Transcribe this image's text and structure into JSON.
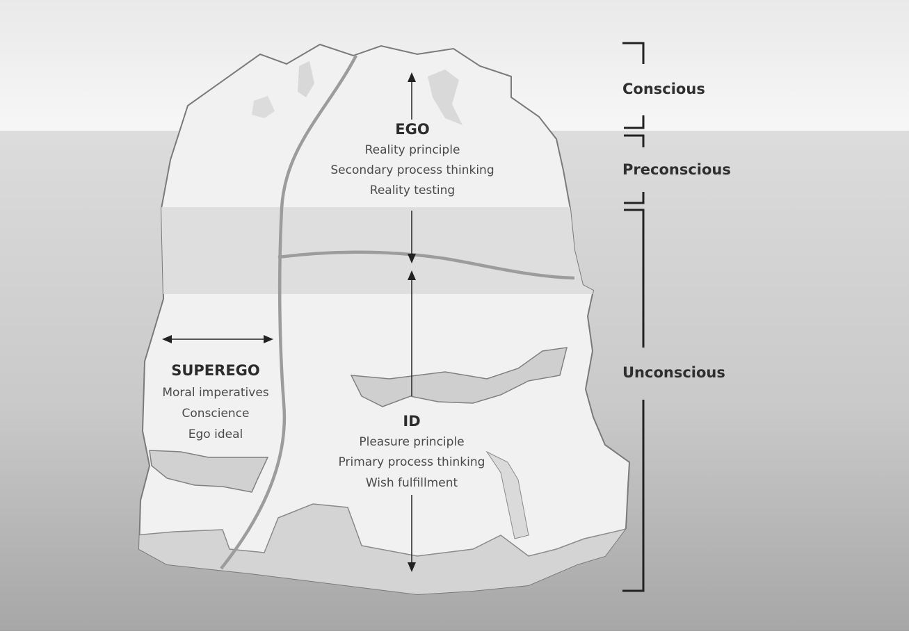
{
  "structures": {
    "ego": {
      "title": "EGO",
      "lines": [
        "Reality principle",
        "Secondary process thinking",
        "Reality testing"
      ]
    },
    "superego": {
      "title": "SUPEREGO",
      "lines": [
        "Moral imperatives",
        "Conscience",
        "Ego ideal"
      ]
    },
    "id": {
      "title": "ID",
      "lines": [
        "Pleasure principle",
        "Primary process thinking",
        "Wish fulfillment"
      ]
    }
  },
  "levels": {
    "conscious": "Conscious",
    "preconscious": "Preconscious",
    "unconscious": "Unconscious"
  },
  "colors": {
    "sky": "#f2f2f2",
    "water_top": "#d8d8d8",
    "water_bottom": "#a9a9a9",
    "ice": "#f0f0f0",
    "ice_outline": "#7a7a7a",
    "divider": "#9a9a9a",
    "text": "#333333"
  }
}
